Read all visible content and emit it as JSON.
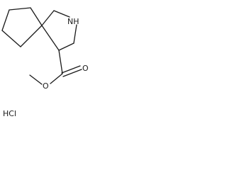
{
  "molecule": {
    "atoms": {
      "ring_nitrogen": "NH",
      "carbonyl_oxygen": "O",
      "ester_oxygen": "O"
    },
    "salt": "HCl"
  }
}
